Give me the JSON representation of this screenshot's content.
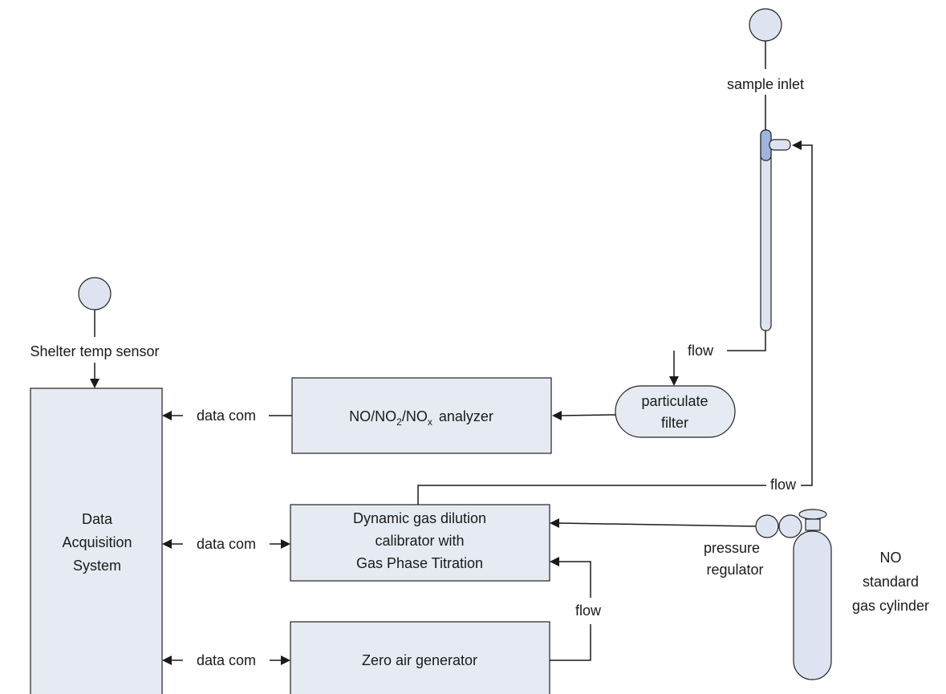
{
  "diagram": {
    "sample_inlet": "sample inlet",
    "shelter_sensor": "Shelter temp sensor",
    "daq": {
      "line1": "Data",
      "line2": "Acquisition",
      "line3": "System"
    },
    "analyzer": {
      "no": "NO/NO",
      "sub2": "2",
      "slash": "/NO",
      "subx": "x",
      "word": "analyzer"
    },
    "filter": {
      "line1": "particulate",
      "line2": "filter"
    },
    "calibrator": {
      "line1": "Dynamic gas dilution",
      "line2": "calibrator with",
      "line3": "Gas Phase Titration"
    },
    "zero_air": "Zero air generator",
    "pressure_regulator": {
      "line1": "pressure",
      "line2": "regulator"
    },
    "cylinder": {
      "line1": "NO",
      "line2": "standard",
      "line3": "gas cylinder"
    },
    "flow_label": "flow",
    "data_com_label": "data com"
  },
  "colors": {
    "box_fill": "#e6eaf3",
    "stroke": "#222222",
    "tube_fill": "#dde3f0",
    "tube_top": "#9fb3dc"
  }
}
